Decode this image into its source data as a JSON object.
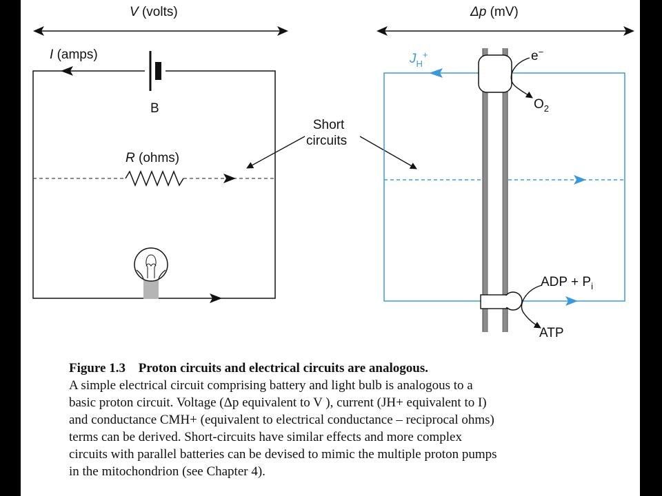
{
  "left_circuit": {
    "voltage_label_var": "V",
    "voltage_label_unit": "(volts)",
    "current_label_var": "I",
    "current_label_unit": "(amps)",
    "battery_label": "B",
    "resistor_label_var": "R",
    "resistor_label_unit": "(ohms)"
  },
  "right_circuit": {
    "potential_label_var": "Δp",
    "potential_label_unit": "(mV)",
    "flux_label_var": "J",
    "flux_label_sub": "H",
    "flux_label_sup": "+",
    "electron_label": "e",
    "electron_sup": "−",
    "oxygen_label": "O",
    "oxygen_sub": "2",
    "adp_label": "ADP + P",
    "adp_sub": "i",
    "atp_label": "ATP"
  },
  "shared": {
    "short_circuits_line1": "Short",
    "short_circuits_line2": "circuits"
  },
  "caption": {
    "figure_number": "Figure 1.3",
    "title": "Proton circuits and electrical circuits are analogous.",
    "lines": [
      "A simple electrical circuit comprising battery and light bulb is analogous to a",
      "basic proton circuit. Voltage (Δp equivalent to V ), current (JH+ equivalent to I)",
      "and conductance CMH+ (equivalent to electrical conductance – reciprocal ohms)",
      "terms can be derived. Short-circuits have similar effects and more complex",
      "circuits with parallel batteries can be devised to mimic the multiple proton pumps",
      "in the mitochondrion (see Chapter 4)."
    ]
  },
  "colors": {
    "proton_blue": "#3a9ad9",
    "ink": "#111111",
    "membrane_gray": "#8c8c8c",
    "component_gray": "#b5b5b5"
  }
}
